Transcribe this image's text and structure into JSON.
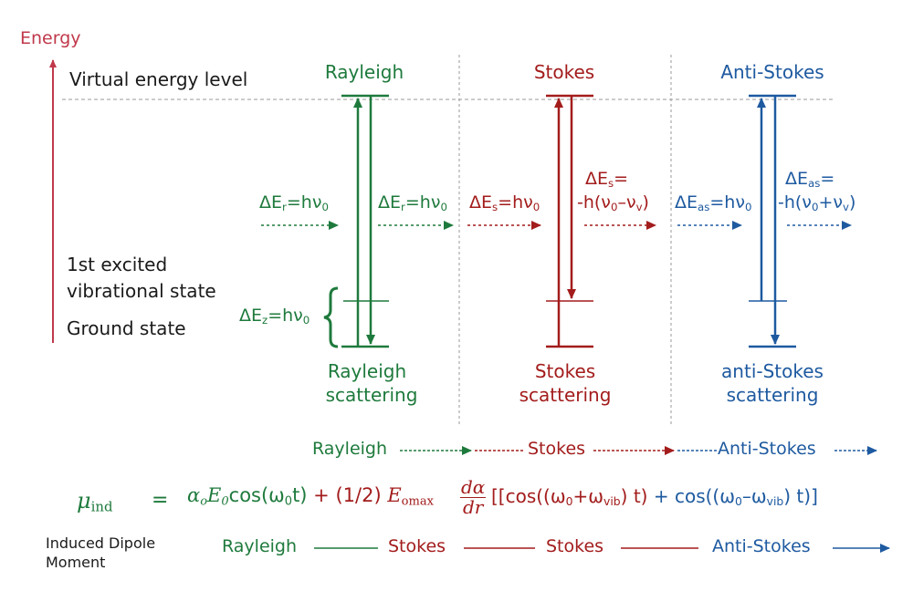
{
  "axis": {
    "label": "Energy",
    "color": "#c0394b"
  },
  "levels": {
    "virtual": "Virtual energy level",
    "excited_line1": "1st excited",
    "excited_line2": "vibrational state",
    "ground": "Ground state"
  },
  "panels": {
    "rayleigh": {
      "title": "Rayleigh",
      "in_pre": "ΔE",
      "in_sub": "r",
      "in_post": "=hν",
      "in_sub2": "0",
      "out_pre": "ΔE",
      "out_sub": "r",
      "out_post": "=hν",
      "out_sub2": "0",
      "gap_pre": "ΔE",
      "gap_sub": "z",
      "gap_post": "=hν",
      "gap_sub2": "0",
      "bottom_line1": "Rayleigh",
      "bottom_line2": "scattering",
      "color": "#1e7a3c"
    },
    "stokes": {
      "title": "Stokes",
      "in_pre": "ΔE",
      "in_sub": "s",
      "in_post": "=hν",
      "in_sub2": "0",
      "out1_pre": "ΔE",
      "out1_sub": "s",
      "out1_post": "=",
      "out2_a": "-h(ν",
      "out2_sub_a": "0",
      "out2_b": "–ν",
      "out2_sub_b": "v",
      "out2_c": ")",
      "bottom_line1": "Stokes",
      "bottom_line2": "scattering",
      "color": "#a31c1c"
    },
    "antistokes": {
      "title": "Anti-Stokes",
      "in_pre": "ΔE",
      "in_sub": "as",
      "in_post": "=hν",
      "in_sub2": "0",
      "out1_pre": "ΔE",
      "out1_sub": "as",
      "out1_post": "=",
      "out2_a": "-h(ν",
      "out2_sub_a": "0",
      "out2_b": "+ν",
      "out2_sub_b": "v",
      "out2_c": ")",
      "bottom_line1": "anti-Stokes",
      "bottom_line2": "scattering",
      "color": "#1e5aa0"
    }
  },
  "sequence_row": {
    "rayleigh": "Rayleigh",
    "stokes": "Stokes",
    "antistokes": "Anti-Stokes"
  },
  "equation": {
    "lhs": "μ",
    "lhs_sub": "ind",
    "equals": "=",
    "t1_a": "α",
    "t1_a_sub": "o",
    "t1_b": "E",
    "t1_b_sub": "0",
    "t1_c": "cos(ω",
    "t1_c_sub": "0",
    "t1_d": "t)",
    "plus1": " + ",
    "half": "(1/2) ",
    "emax": "E",
    "emax_sub": "omax",
    "frac_num": "dα",
    "frac_den": "dr",
    "bracket_open": " [[cos((ω",
    "b_sub0": "0",
    "b_plus": "+ω",
    "b_sub_vib": "vib",
    "b_t": ") t)",
    "plus2": " + ",
    "cos2_a": "cos((ω",
    "cos2_sub0": "0",
    "cos2_minus": "–ω",
    "cos2_sub_vib": "vib",
    "cos2_end": ") t)]"
  },
  "dipole": {
    "line1": "Induced Dipole",
    "line2": "Moment"
  },
  "bottom_row": {
    "rayleigh": "Rayleigh",
    "stokes1": "Stokes",
    "stokes2": "Stokes",
    "antistokes": "Anti-Stokes"
  }
}
